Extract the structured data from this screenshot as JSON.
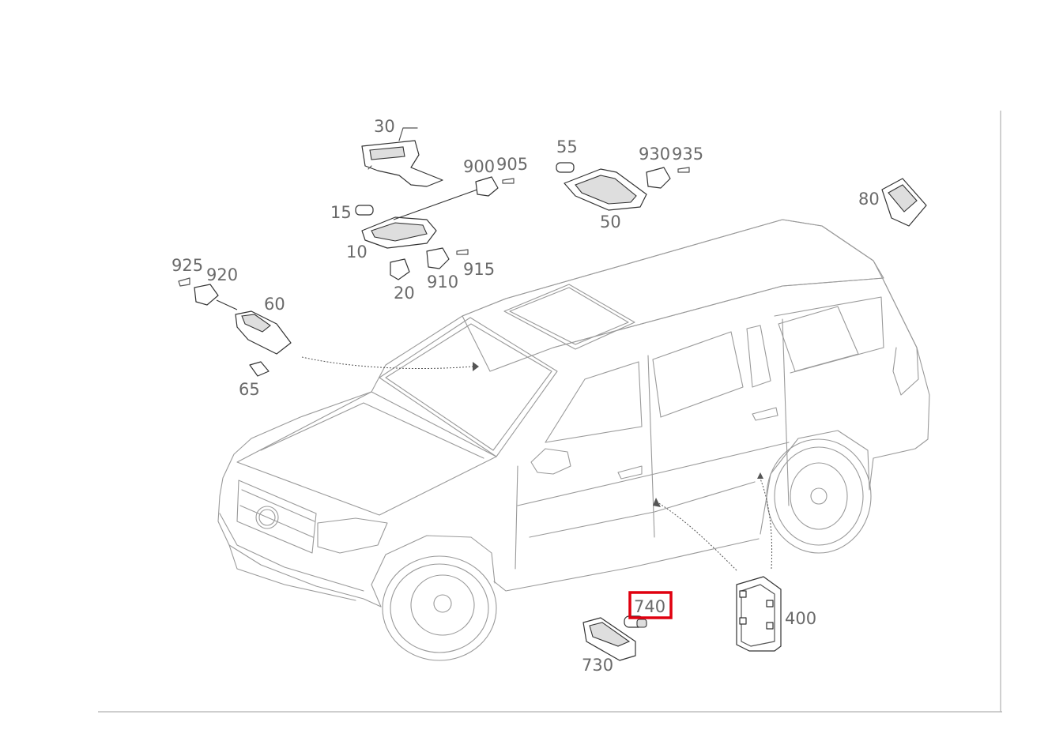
{
  "diagram": {
    "highlight_color": "#e0000f",
    "highlighted_part": "740",
    "callouts": [
      {
        "id": "30",
        "label": "30"
      },
      {
        "id": "900",
        "label": "900"
      },
      {
        "id": "905",
        "label": "905"
      },
      {
        "id": "55",
        "label": "55"
      },
      {
        "id": "930",
        "label": "930"
      },
      {
        "id": "935",
        "label": "935"
      },
      {
        "id": "15",
        "label": "15"
      },
      {
        "id": "10",
        "label": "10"
      },
      {
        "id": "50",
        "label": "50"
      },
      {
        "id": "80",
        "label": "80"
      },
      {
        "id": "925",
        "label": "925"
      },
      {
        "id": "920",
        "label": "920"
      },
      {
        "id": "60",
        "label": "60"
      },
      {
        "id": "915",
        "label": "915"
      },
      {
        "id": "910",
        "label": "910"
      },
      {
        "id": "20",
        "label": "20"
      },
      {
        "id": "65",
        "label": "65"
      },
      {
        "id": "740",
        "label": "740"
      },
      {
        "id": "400",
        "label": "400"
      },
      {
        "id": "730",
        "label": "730"
      }
    ]
  }
}
